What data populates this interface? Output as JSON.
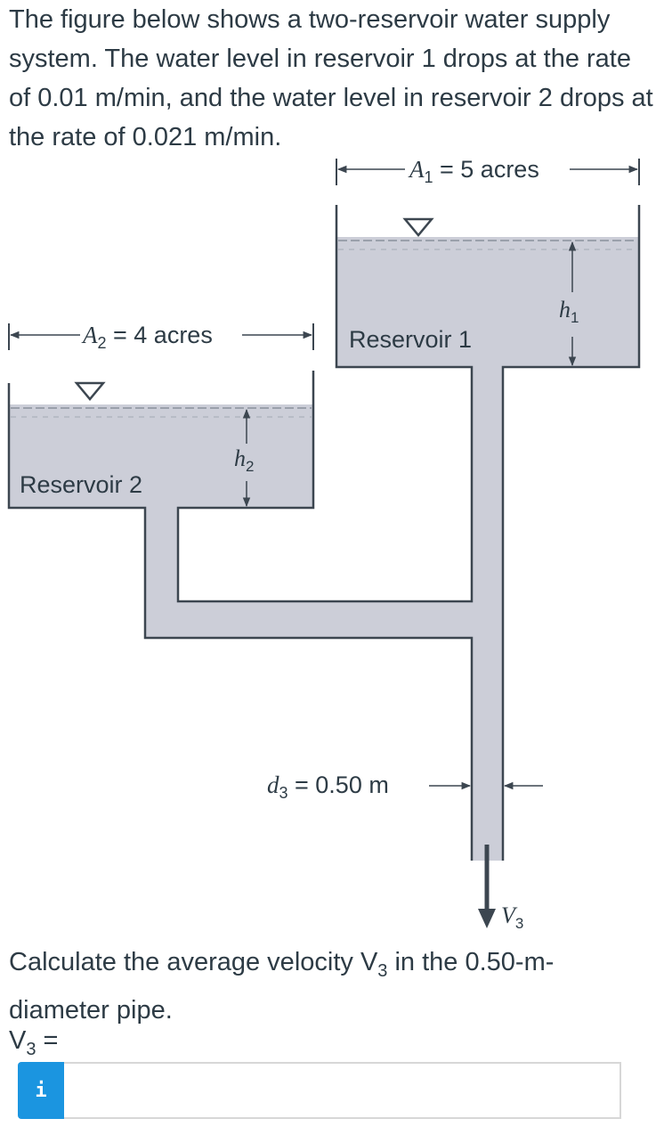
{
  "problem": {
    "text": "The figure below shows a two-reservoir water supply system. The water level in reservoir 1 drops at the rate of 0.01 m/min, and the water level in reservoir 2 drops at the rate of 0.021 m/min."
  },
  "figure": {
    "a1_symbol": "A",
    "a1_sub": "1",
    "a1_value": " = 5 acres",
    "a2_symbol": "A",
    "a2_sub": "2",
    "a2_value": " = 4 acres",
    "reservoir1_label": "Reservoir 1",
    "reservoir2_label": "Reservoir 2",
    "h1_symbol": "h",
    "h1_sub": "1",
    "h2_symbol": "h",
    "h2_sub": "2",
    "d3_symbol": "d",
    "d3_sub": "3",
    "d3_value": " = 0.50 m",
    "v3_symbol": "V",
    "v3_sub": "3",
    "colors": {
      "water": "#ccced8",
      "outline": "#3c4650",
      "text": "#2d3b45"
    }
  },
  "question": {
    "text_before": "Calculate the average velocity V",
    "text_sub": "3",
    "text_after": " in the 0.50-m-diameter pipe."
  },
  "answer": {
    "label_symbol": "V",
    "label_sub": "3",
    "label_equals": " =",
    "info_icon_glyph": "i",
    "input_value": ""
  }
}
